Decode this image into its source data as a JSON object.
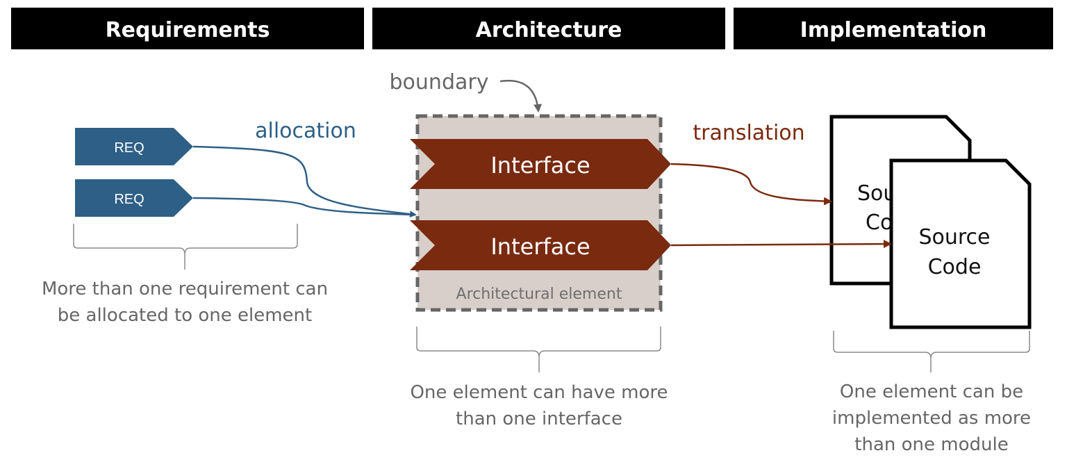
{
  "headers": {
    "requirements": "Requirements",
    "architecture": "Architecture",
    "implementation": "Implementation"
  },
  "requirements": {
    "req1": "REQ",
    "req2": "REQ",
    "allocation_label": "allocation",
    "caption_line1": "More than one requirement can",
    "caption_line2": "be allocated to one element"
  },
  "architecture": {
    "boundary_label": "boundary",
    "interface1": "Interface",
    "interface2": "Interface",
    "element_label": "Architectural element",
    "caption_line1": "One element can have more",
    "caption_line2": "than one interface"
  },
  "implementation": {
    "translation_label": "translation",
    "back_doc_line1": "Sou",
    "back_doc_line2": "Co",
    "front_doc_line1": "Source",
    "front_doc_line2": "Code",
    "caption_line1": "One element can be",
    "caption_line2": "implemented as more",
    "caption_line3": "than one module"
  },
  "colors": {
    "header_bg": "#000000",
    "req_blue": "#2e5f86",
    "interface_red": "#7a2a0f",
    "element_bg": "#d8cfca",
    "boundary_gray": "#666666",
    "caption_gray": "#666666"
  }
}
